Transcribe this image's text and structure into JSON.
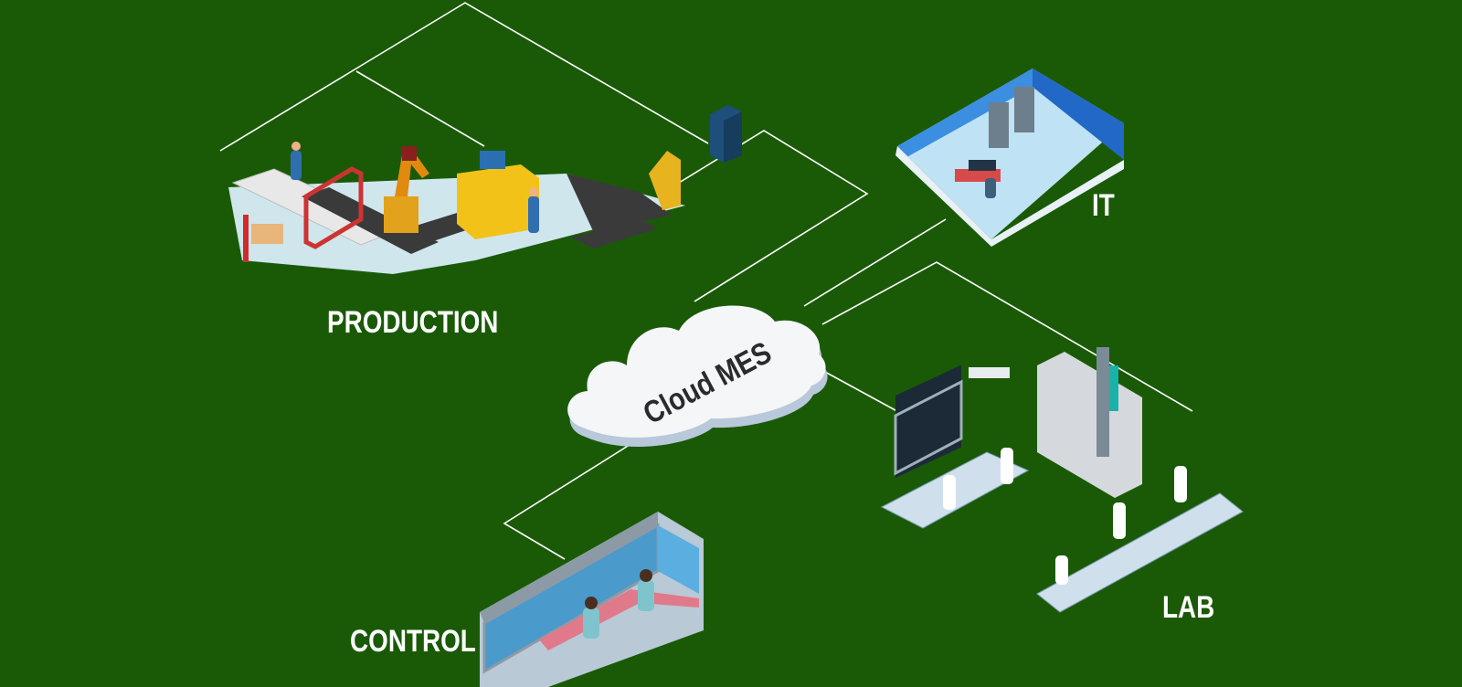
{
  "labels": {
    "production": "PRODUCTION",
    "it": "IT",
    "control": "CONTROL",
    "lab": "LAB",
    "cloud": "Cloud MES"
  },
  "colors": {
    "background": "#1a5a06",
    "lines": "#ffffff",
    "cloud": "#f4f6f8",
    "cloud_text": "#2b2b2b"
  },
  "icons": [
    "production-line-icon",
    "server-rack-icon",
    "it-server-room-icon",
    "cloud-icon",
    "lab-icon",
    "control-room-icon"
  ]
}
